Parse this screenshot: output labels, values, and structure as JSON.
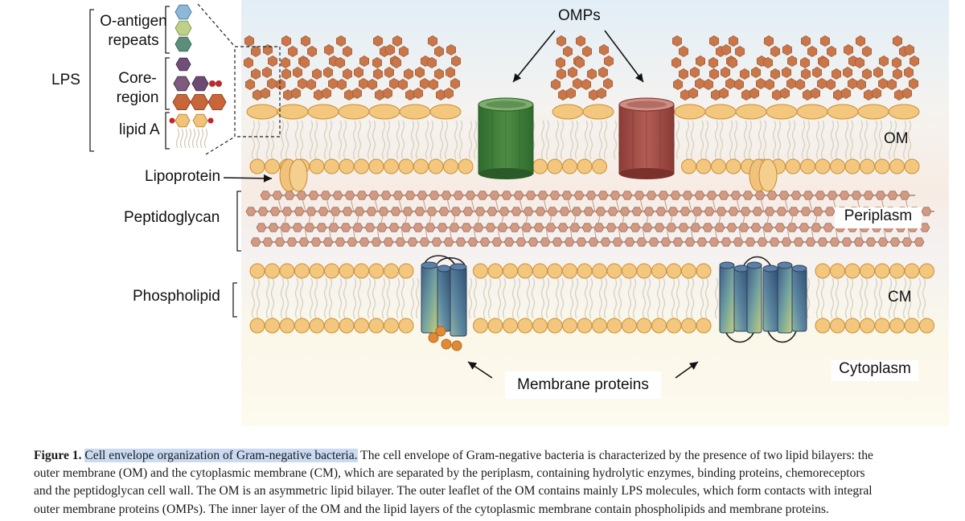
{
  "labels": {
    "o_antigen": "O-antigen\nrepeats",
    "lps": "LPS",
    "core": "Core-\nregion",
    "lipid_a": "lipid A",
    "omps": "OMPs",
    "om": "OM",
    "lipoprotein": "Lipoprotein",
    "peptidoglycan": "Peptidoglycan",
    "periplasm": "Periplasm",
    "phospholipid": "Phospholipid",
    "cm": "CM",
    "membrane_proteins": "Membrane proteins",
    "cytoplasm": "Cytoplasm"
  },
  "caption": {
    "fig_num": "Figure 1.",
    "highlight": "Cell envelope organization of Gram-negative bacteria.",
    "line1_rest": " The cell envelope of Gram-negative bacteria is characterized by the presence of two lipid bilayers: the",
    "line2": "outer membrane (OM) and the cytoplasmic membrane (CM), which are separated by the periplasm, containing hydrolytic enzymes, binding proteins, chemoreceptors",
    "line3": "and the peptidoglycan cell wall. The OM is an asymmetric lipid bilayer. The outer leaflet of the OM contains mainly LPS molecules, which form contacts with integral",
    "line4": "outer membrane proteins (OMPs). The inner layer of the OM and the lipid layers of the cytoplasmic membrane contain phospholipids and membrane proteins."
  },
  "colors": {
    "lipid_head": "#f3c77e",
    "lipid_outline": "#c98f38",
    "hexagon": "#c9774a",
    "omp_green": "#3f7e3a",
    "omp_red": "#a24c45",
    "o_antigen_blue": "#8fb8d8",
    "o_antigen_green": "#bfd08a",
    "o_antigen_teal": "#5b8f7c",
    "core_purple": "#6e4f78",
    "red_dot": "#c0282a"
  }
}
